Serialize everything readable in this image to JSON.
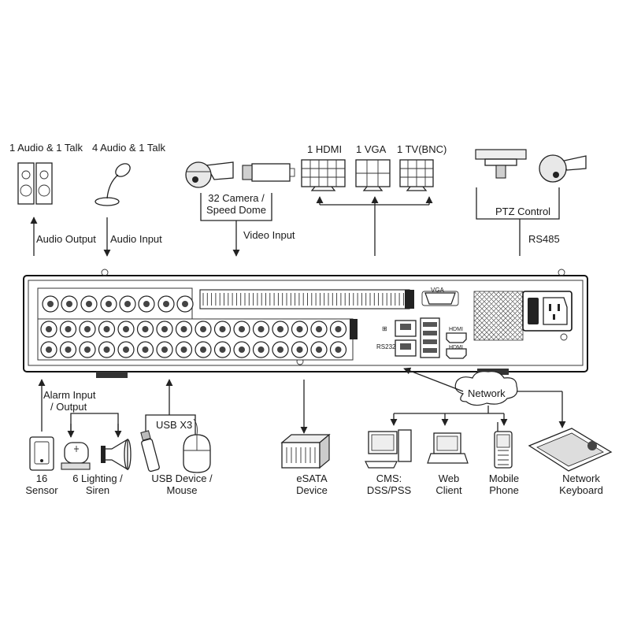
{
  "top": {
    "audio_output_group": "1 Audio  & 1 Talk",
    "audio_input_group": "4 Audio & 1 Talk",
    "audio_output": "Audio  Output",
    "audio_input": "Audio  Input",
    "camera_label_line1": "32 Camera /",
    "camera_label_line2": "Speed Dome",
    "video_input": "Video Input",
    "hdmi": "1 HDMI",
    "vga": "1 VGA",
    "tv": "1 TV(BNC)",
    "ptz_control": "PTZ Control",
    "rs485": "RS485"
  },
  "panel": {
    "vga_port": "VGA",
    "rs232": "RS232",
    "hdmi_port_1": "HDMI",
    "hdmi_port_2": "HDMI"
  },
  "bottom": {
    "alarm_line1": "Alarm Input",
    "alarm_line2": "/ Output",
    "usb_x3": "USB X3",
    "network": "Network",
    "sensor_line1": "16",
    "sensor_line2": "Sensor",
    "lighting_line1": "6 Lighting /",
    "lighting_line2": "Siren",
    "usb_line1": "USB Device /",
    "usb_line2": "Mouse",
    "esata_line1": "eSATA",
    "esata_line2": "Device",
    "cms_line1": "CMS:",
    "cms_line2": "DSS/PSS",
    "web_line1": "Web",
    "web_line2": "Client",
    "mobile_line1": "Mobile",
    "mobile_line2": "Phone",
    "keyboard_line1": "Network",
    "keyboard_line2": "Keyboard"
  }
}
